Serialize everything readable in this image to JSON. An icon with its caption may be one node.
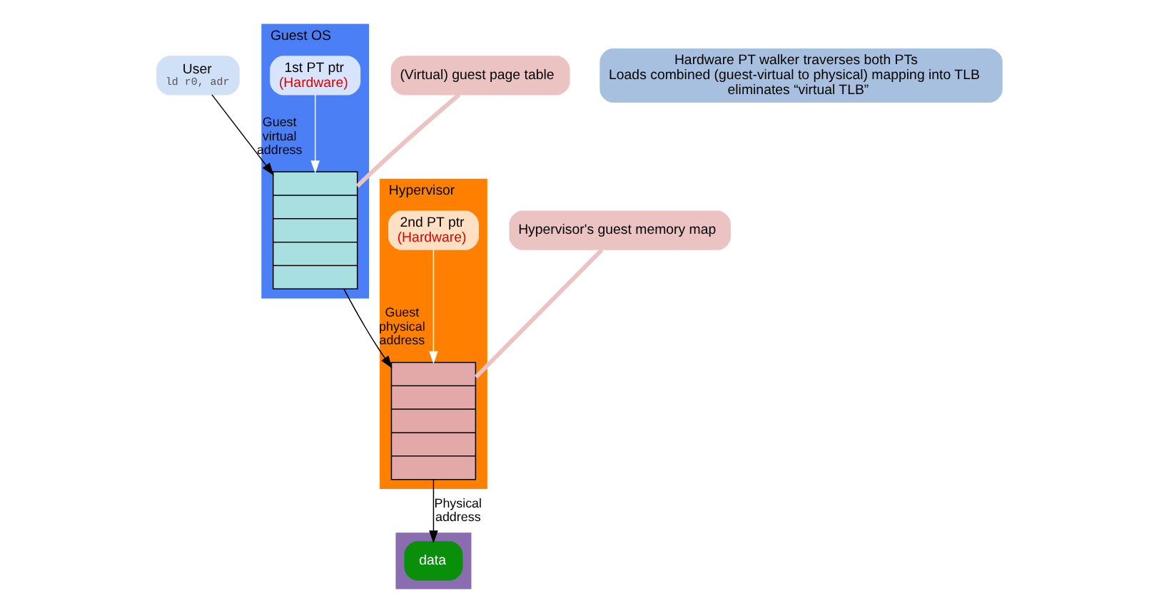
{
  "diagram": {
    "nodes": [
      {
        "text": [
          "User",
          "ld r0, adr"
        ]
      },
      {
        "text": [
          "Guest OS"
        ]
      },
      {
        "text": [
          "1st PT ptr",
          "(Hardware)"
        ],
        "in": 1
      },
      {
        "text": [],
        "shape": "box",
        "in": 1
      },
      {
        "text": [
          "Hypervisor"
        ]
      },
      {
        "text": [
          "2nd PT ptr",
          "(Hardware)"
        ],
        "in": 4
      },
      {
        "text": [],
        "shape": "box",
        "in": 4
      },
      {
        "text": [],
        "shape": "bar"
      },
      {
        "text": [
          "data"
        ],
        "in": 7
      },
      {
        "text": [
          "(Virtual) guest page table"
        ]
      },
      {
        "text": [
          "Hypervisor's guest memory map"
        ]
      },
      {
        "text": [
          "Hardware PT walker traverses both PTs",
          "Loads combined (guest-virtual to physical) mapping into TLB",
          "eliminates “virtual TLB”"
        ]
      }
    ],
    "edges": [
      {
        "from": 0,
        "to": 3,
        "arrow": "to",
        "label": "Guest virtual address"
      },
      {
        "from": 2,
        "to": 3,
        "arrow": "to",
        "color": "#ffffff"
      },
      {
        "from": 9,
        "to": 3,
        "arrow": "none",
        "color": "#ecc3c3",
        "style": "thick"
      },
      {
        "from": 3,
        "to": 6,
        "arrow": "to",
        "label": "Guest physical address"
      },
      {
        "from": 5,
        "to": 6,
        "arrow": "to",
        "color": "#ffffff"
      },
      {
        "from": 10,
        "to": 6,
        "arrow": "none",
        "color": "#ecc3c3",
        "style": "thick"
      },
      {
        "from": 6,
        "to": 8,
        "arrow": "to",
        "label": "Physical address"
      }
    ]
  }
}
